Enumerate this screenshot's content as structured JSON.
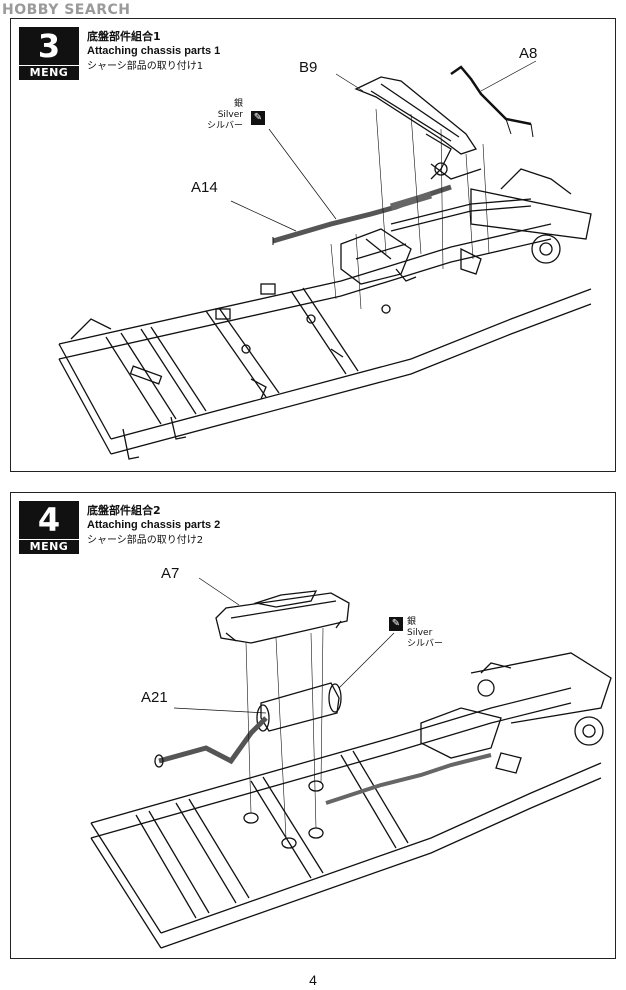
{
  "watermark": "HOBBY SEARCH",
  "brand": "MENG",
  "steps": [
    {
      "number": "3",
      "title_cn": "底盤部件組合1",
      "title_en": "Attaching chassis parts 1",
      "title_jp": "シャーシ部品の取り付け1",
      "parts": [
        "B9",
        "A8",
        "A14"
      ],
      "paint": {
        "cn": "銀",
        "en": "Silver",
        "jp": "シルバー",
        "icon": "brush-icon"
      }
    },
    {
      "number": "4",
      "title_cn": "底盤部件組合2",
      "title_en": "Attaching chassis parts 2",
      "title_jp": "シャーシ部品の取り付け2",
      "parts": [
        "A7",
        "A21"
      ],
      "paint": {
        "cn": "銀",
        "en": "Silver",
        "jp": "シルバー",
        "icon": "brush-icon"
      }
    }
  ],
  "page_number": "4",
  "colors": {
    "ink": "#111111",
    "paper": "#ffffff",
    "watermark": "#9a9a9a"
  }
}
